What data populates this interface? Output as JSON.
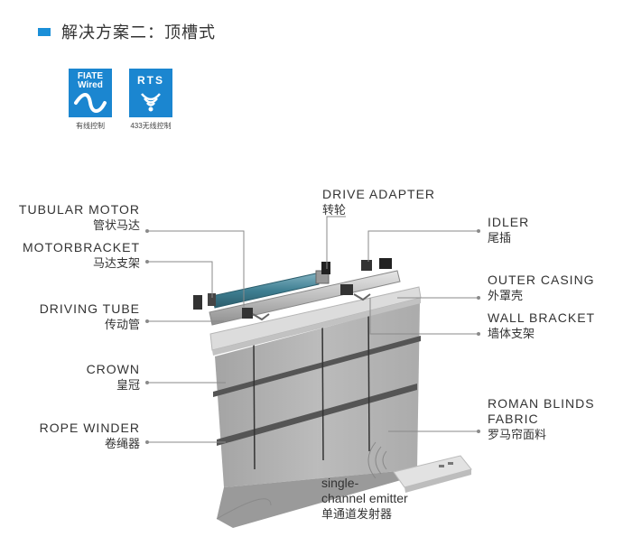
{
  "header": {
    "title": "解决方案二：顶槽式"
  },
  "badges": {
    "wired": {
      "line1": "FIATE",
      "line2": "Wired",
      "caption": "有线控制"
    },
    "rts": {
      "label": "RTS",
      "caption": "433无线控制"
    }
  },
  "labels": {
    "tubular_motor": {
      "en": "TUBULAR MOTOR",
      "zh": "管状马达"
    },
    "motor_bracket": {
      "en": "MOTORBRACKET",
      "zh": "马达支架"
    },
    "driving_tube": {
      "en": "DRIVING TUBE",
      "zh": "传动管"
    },
    "crown": {
      "en": "CROWN",
      "zh": "皇冠"
    },
    "rope_winder": {
      "en": "ROPE WINDER",
      "zh": "卷绳器"
    },
    "drive_adapter": {
      "en": "DRIVE ADAPTER",
      "zh": "转轮"
    },
    "idler": {
      "en": "IDLER",
      "zh": "尾插"
    },
    "outer_casing": {
      "en": "OUTER CASING",
      "zh": "外罩壳"
    },
    "wall_bracket": {
      "en": "WALL BRACKET",
      "zh": "墙体支架"
    },
    "roman_blinds_fabric": {
      "en1": "ROMAN BLINDS",
      "en2": "FABRIC",
      "zh": "罗马帘面料"
    },
    "emitter": {
      "en1": "single-",
      "en2": "channel emitter",
      "zh": "单通道发射器"
    }
  },
  "colors": {
    "accent": "#1b8fd8",
    "badge": "#1b86d0",
    "fabric": "#a9a9a9",
    "rail": "#d8d8d8",
    "leader": "#8a8a8a"
  }
}
